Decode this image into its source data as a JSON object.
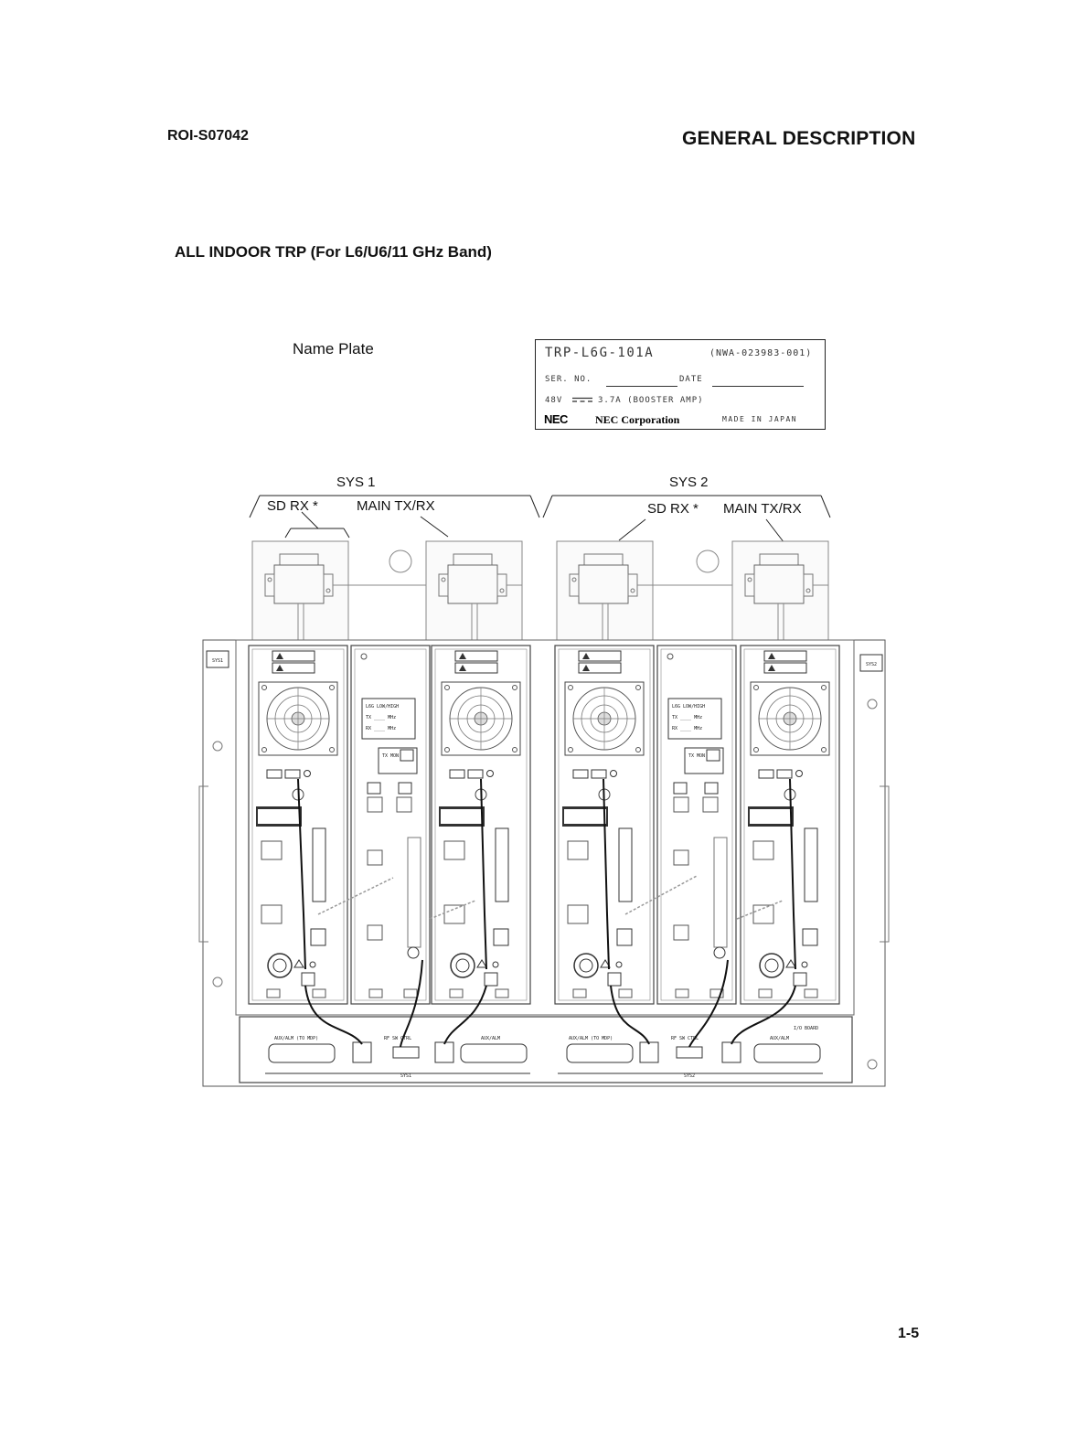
{
  "header": {
    "doc_id": "ROI-S07042",
    "section_title": "GENERAL DESCRIPTION"
  },
  "figure": {
    "title": "ALL INDOOR TRP (For L6/U6/11 GHz Band)",
    "name_plate_label": "Name Plate",
    "callouts": {
      "sys1": "SYS 1",
      "sys2": "SYS 2",
      "sd_rx_1": "SD RX *",
      "main_txrx_1": "MAIN TX/RX",
      "sd_rx_2": "SD RX *",
      "main_txrx_2": "MAIN TX/RX"
    }
  },
  "name_plate": {
    "model": "TRP-L6G-101A",
    "part_no": "(NWA-023983-001)",
    "serial_label": "SER. NO.",
    "date_label": "DATE",
    "power_voltage": "48V",
    "power_current": "3.7A (BOOSTER AMP)",
    "logo": "NEC",
    "corporation": "NEC Corporation",
    "made_in": "MADE IN JAPAN"
  },
  "equipment_labels": {
    "sys1_tab": "SYS1",
    "sys2_tab": "SYS2",
    "band_label": "L6G LOW/HIGH",
    "tx_label": "TX ____ MHz",
    "rx_label": "RX ____ MHz",
    "tx_mon": "TX MON",
    "aux_alm_to_mdp": "AUX/ALM (TO MDP)",
    "aux_alm": "AUX/ALM",
    "rf_sw_ctrl": "RF SW CTRL",
    "io_board": "I/O BOARD",
    "sys1_bus": "SYS1",
    "sys2_bus": "SYS2"
  },
  "footer": {
    "page_number": "1-5"
  }
}
